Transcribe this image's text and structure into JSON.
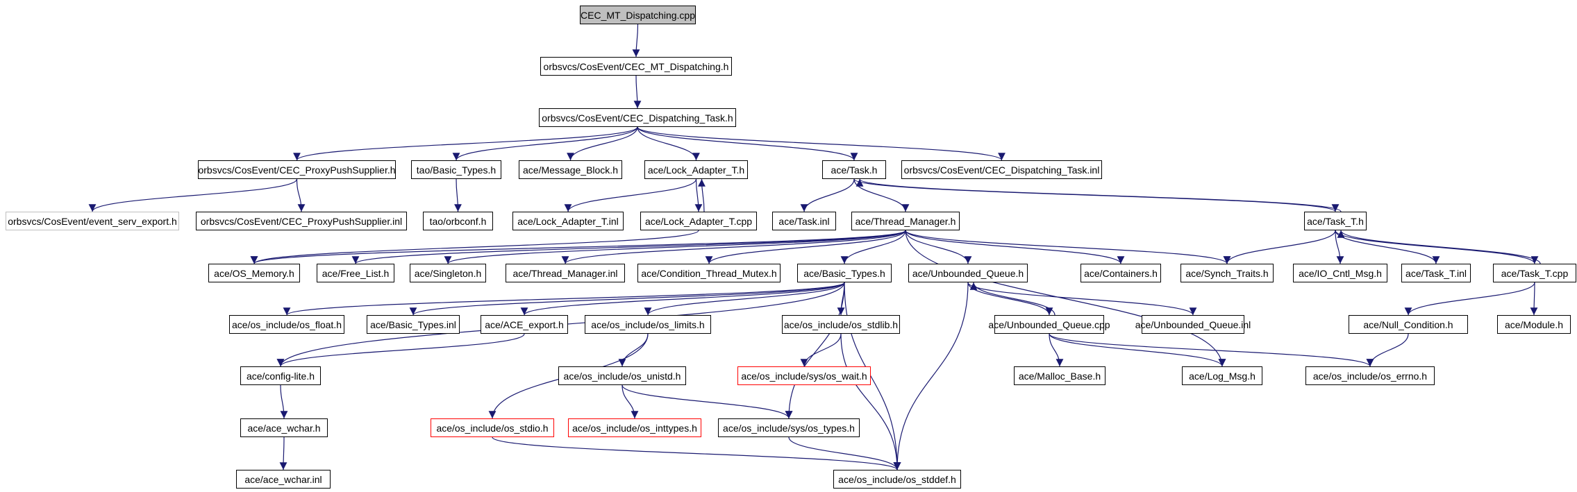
{
  "colors": {
    "edge": "#191970",
    "border": "#000000",
    "root_fill": "#bfbfbf",
    "missing_border": "#ff0000",
    "external_border": "#bfbfbf",
    "background": "#ffffff"
  },
  "nodes": [
    {
      "id": "root",
      "label": "CEC_MT_Dispatching.cpp",
      "kind": "root"
    },
    {
      "id": "mtd_h",
      "label": "orbsvcs/CosEvent/CEC_MT_Dispatching.h"
    },
    {
      "id": "dt_h",
      "label": "orbsvcs/CosEvent/CEC_Dispatching_Task.h"
    },
    {
      "id": "pps_h",
      "label": "orbsvcs/CosEvent/CEC_ProxyPushSupplier.h"
    },
    {
      "id": "tao_bt",
      "label": "tao/Basic_Types.h"
    },
    {
      "id": "msgblk",
      "label": "ace/Message_Block.h"
    },
    {
      "id": "la_h",
      "label": "ace/Lock_Adapter_T.h"
    },
    {
      "id": "task_h",
      "label": "ace/Task.h"
    },
    {
      "id": "dt_inl",
      "label": "orbsvcs/CosEvent/CEC_Dispatching_Task.inl"
    },
    {
      "id": "ese",
      "label": "orbsvcs/CosEvent/event_serv_export.h",
      "kind": "external"
    },
    {
      "id": "pps_inl",
      "label": "orbsvcs/CosEvent/CEC_ProxyPushSupplier.inl"
    },
    {
      "id": "orbconf",
      "label": "tao/orbconf.h"
    },
    {
      "id": "la_inl",
      "label": "ace/Lock_Adapter_T.inl"
    },
    {
      "id": "la_cpp",
      "label": "ace/Lock_Adapter_T.cpp"
    },
    {
      "id": "task_inl",
      "label": "ace/Task.inl"
    },
    {
      "id": "tm_h",
      "label": "ace/Thread_Manager.h"
    },
    {
      "id": "task_t_h",
      "label": "ace/Task_T.h"
    },
    {
      "id": "osmem",
      "label": "ace/OS_Memory.h"
    },
    {
      "id": "freelist",
      "label": "ace/Free_List.h"
    },
    {
      "id": "singleton",
      "label": "ace/Singleton.h"
    },
    {
      "id": "tm_inl",
      "label": "ace/Thread_Manager.inl"
    },
    {
      "id": "ctm",
      "label": "ace/Condition_Thread_Mutex.h"
    },
    {
      "id": "ace_bt",
      "label": "ace/Basic_Types.h"
    },
    {
      "id": "uq_h",
      "label": "ace/Unbounded_Queue.h"
    },
    {
      "id": "containers",
      "label": "ace/Containers.h"
    },
    {
      "id": "synch",
      "label": "ace/Synch_Traits.h"
    },
    {
      "id": "iocntl",
      "label": "ace/IO_Cntl_Msg.h"
    },
    {
      "id": "task_t_inl",
      "label": "ace/Task_T.inl"
    },
    {
      "id": "task_t_cpp",
      "label": "ace/Task_T.cpp"
    },
    {
      "id": "osfloat",
      "label": "ace/os_include/os_float.h"
    },
    {
      "id": "bt_inl",
      "label": "ace/Basic_Types.inl"
    },
    {
      "id": "export",
      "label": "ace/ACE_export.h"
    },
    {
      "id": "oslimits",
      "label": "ace/os_include/os_limits.h"
    },
    {
      "id": "osstdlib",
      "label": "ace/os_include/os_stdlib.h"
    },
    {
      "id": "uq_cpp",
      "label": "ace/Unbounded_Queue.cpp"
    },
    {
      "id": "uq_inl",
      "label": "ace/Unbounded_Queue.inl"
    },
    {
      "id": "nullcond",
      "label": "ace/Null_Condition.h"
    },
    {
      "id": "module",
      "label": "ace/Module.h"
    },
    {
      "id": "configlite",
      "label": "ace/config-lite.h"
    },
    {
      "id": "osunistd",
      "label": "ace/os_include/os_unistd.h"
    },
    {
      "id": "oswait",
      "label": "ace/os_include/sys/os_wait.h",
      "kind": "missing"
    },
    {
      "id": "mallocbase",
      "label": "ace/Malloc_Base.h"
    },
    {
      "id": "logmsg",
      "label": "ace/Log_Msg.h"
    },
    {
      "id": "oserrno",
      "label": "ace/os_include/os_errno.h"
    },
    {
      "id": "acewchar",
      "label": "ace/ace_wchar.h"
    },
    {
      "id": "osstdio",
      "label": "ace/os_include/os_stdio.h",
      "kind": "missing"
    },
    {
      "id": "osinttypes",
      "label": "ace/os_include/os_inttypes.h",
      "kind": "missing"
    },
    {
      "id": "systypes",
      "label": "ace/os_include/sys/os_types.h"
    },
    {
      "id": "acewchar_inl",
      "label": "ace/ace_wchar.inl"
    },
    {
      "id": "osstddef",
      "label": "ace/os_include/os_stddef.h"
    }
  ],
  "edges": [
    [
      "root",
      "mtd_h"
    ],
    [
      "mtd_h",
      "dt_h"
    ],
    [
      "dt_h",
      "pps_h"
    ],
    [
      "dt_h",
      "tao_bt"
    ],
    [
      "dt_h",
      "msgblk"
    ],
    [
      "dt_h",
      "la_h"
    ],
    [
      "dt_h",
      "task_h"
    ],
    [
      "dt_h",
      "dt_inl"
    ],
    [
      "pps_h",
      "ese"
    ],
    [
      "pps_h",
      "pps_inl"
    ],
    [
      "tao_bt",
      "orbconf"
    ],
    [
      "la_h",
      "la_inl"
    ],
    [
      "la_h",
      "la_cpp"
    ],
    [
      "la_cpp",
      "la_h"
    ],
    [
      "task_h",
      "task_inl"
    ],
    [
      "task_h",
      "tm_h"
    ],
    [
      "task_h",
      "task_t_h"
    ],
    [
      "task_t_h",
      "task_h"
    ],
    [
      "la_cpp",
      "osmem"
    ],
    [
      "tm_h",
      "osmem"
    ],
    [
      "tm_h",
      "freelist"
    ],
    [
      "tm_h",
      "singleton"
    ],
    [
      "tm_h",
      "tm_inl"
    ],
    [
      "tm_h",
      "ctm"
    ],
    [
      "tm_h",
      "ace_bt"
    ],
    [
      "tm_h",
      "uq_h"
    ],
    [
      "tm_h",
      "containers"
    ],
    [
      "tm_h",
      "synch"
    ],
    [
      "tm_h",
      "logmsg"
    ],
    [
      "task_t_h",
      "synch"
    ],
    [
      "task_t_h",
      "iocntl"
    ],
    [
      "task_t_h",
      "task_t_inl"
    ],
    [
      "task_t_h",
      "task_t_cpp"
    ],
    [
      "task_t_cpp",
      "task_t_h"
    ],
    [
      "ace_bt",
      "osfloat"
    ],
    [
      "ace_bt",
      "bt_inl"
    ],
    [
      "ace_bt",
      "export"
    ],
    [
      "ace_bt",
      "oslimits"
    ],
    [
      "ace_bt",
      "osstdlib"
    ],
    [
      "ace_bt",
      "configlite"
    ],
    [
      "ace_bt",
      "systypes"
    ],
    [
      "ace_bt",
      "osstddef"
    ],
    [
      "uq_h",
      "uq_cpp"
    ],
    [
      "uq_cpp",
      "uq_h"
    ],
    [
      "uq_h",
      "uq_inl"
    ],
    [
      "uq_h",
      "osstddef"
    ],
    [
      "task_t_cpp",
      "nullcond"
    ],
    [
      "task_t_cpp",
      "module"
    ],
    [
      "export",
      "configlite"
    ],
    [
      "oslimits",
      "osunistd"
    ],
    [
      "oslimits",
      "osstdio"
    ],
    [
      "osstdlib",
      "oswait"
    ],
    [
      "osstdlib",
      "osstddef"
    ],
    [
      "uq_cpp",
      "mallocbase"
    ],
    [
      "uq_cpp",
      "logmsg"
    ],
    [
      "uq_cpp",
      "oserrno"
    ],
    [
      "nullcond",
      "oserrno"
    ],
    [
      "configlite",
      "acewchar"
    ],
    [
      "osunistd",
      "osinttypes"
    ],
    [
      "osunistd",
      "systypes"
    ],
    [
      "acewchar",
      "acewchar_inl"
    ],
    [
      "osstdio",
      "osstddef"
    ],
    [
      "systypes",
      "osstddef"
    ]
  ]
}
